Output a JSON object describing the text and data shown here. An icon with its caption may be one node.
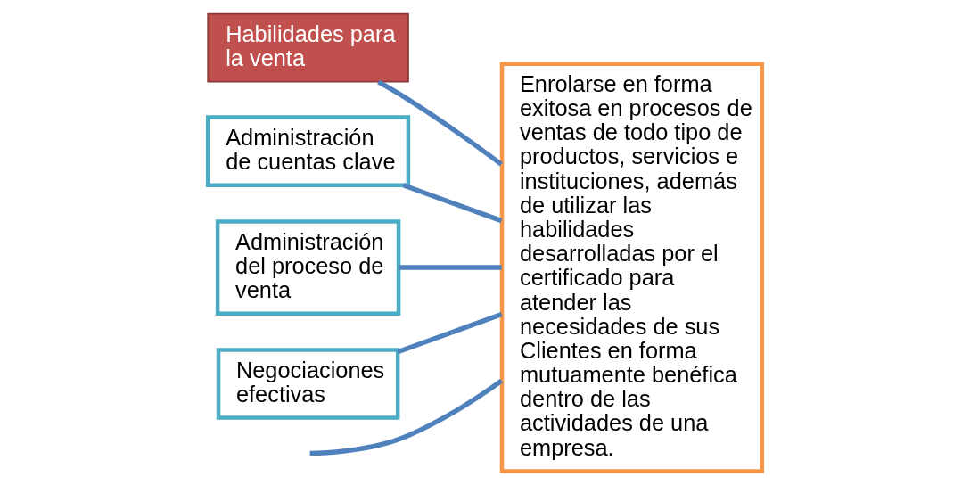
{
  "diagram": {
    "nodes": [
      {
        "text": [
          "Habilidades para la venta"
        ]
      },
      {
        "text": [
          "Administración de cuentas clave"
        ]
      },
      {
        "text": [
          "Enrolarse en forma exitosa en procesos de ventas de todo tipo de productos, servicios e instituciones, además de utilizar las habilidades desarrolladas por el certificado para atender las necesidades de sus Clientes en forma mutuamente benéfica dentro de las actividades de una empresa."
        ]
      },
      {
        "text": [
          "Administración del proceso de venta"
        ]
      },
      {
        "text": [
          "Negociaciones efectivas"
        ]
      }
    ],
    "edges": [
      {
        "from": null,
        "to": 2,
        "arrow": "none"
      },
      {
        "from": 0,
        "to": 2,
        "arrow": "none"
      },
      {
        "from": 3,
        "to": 2,
        "arrow": "none"
      },
      {
        "from": 4,
        "to": 2,
        "arrow": "none"
      },
      {
        "from": 1,
        "to": 2,
        "arrow": "none"
      }
    ]
  }
}
